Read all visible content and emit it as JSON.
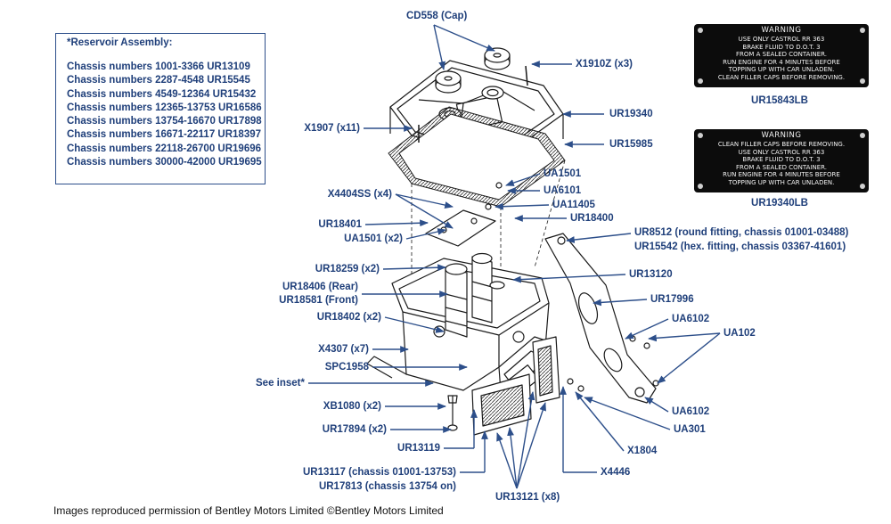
{
  "inset": {
    "title": "*Reservoir Assembly:",
    "rows": [
      "Chassis numbers 1001-3366 UR13109",
      "Chassis numbers 2287-4548 UR15545",
      "Chassis numbers 4549-12364 UR15432",
      "Chassis numbers 12365-13753 UR16586",
      "Chassis numbers 13754-16670 UR17898",
      "Chassis numbers 16671-22117 UR18397",
      "Chassis numbers 22118-26700 UR19696",
      "Chassis numbers 30000-42000 UR19695"
    ]
  },
  "plates": {
    "plate1": {
      "heading": "WARNING",
      "lines": [
        "USE ONLY CASTROL RR 363",
        "BRAKE FLUID TO D.O.T. 3",
        "FROM A SEALED CONTAINER.",
        "RUN ENGINE FOR 4 MINUTES BEFORE",
        "TOPPING UP WITH CAR UNLADEN.",
        "CLEAN FILLER CAPS BEFORE REMOVING."
      ],
      "part": "UR15843LB"
    },
    "plate2": {
      "heading": "WARNING",
      "lines": [
        "CLEAN FILLER CAPS BEFORE REMOVING.",
        "USE ONLY CASTROL RR 363",
        "BRAKE FLUID TO D.O.T. 3",
        "FROM A SEALED CONTAINER.",
        "RUN ENGINE FOR 4 MINUTES BEFORE",
        "TOPPING UP WITH CAR UNLADEN."
      ],
      "part": "UR19340LB"
    }
  },
  "labels": {
    "cd558": "CD558 (Cap)",
    "x1910z": "X1910Z (x3)",
    "ur19340": "UR19340",
    "x1907": "X1907 (x11)",
    "ur15985": "UR15985",
    "ua1501a": "UA1501",
    "ua6101": "UA6101",
    "x4404ss": "X4404SS (x4)",
    "ua11405": "UA11405",
    "ur18401": "UR18401",
    "ur18400": "UR18400",
    "ua1501b": "UA1501 (x2)",
    "ur8512": "UR8512 (round fitting, chassis 01001-03488)",
    "ur15542": "UR15542 (hex. fitting, chassis 03367-41601)",
    "ur18259": "UR18259 (x2)",
    "ur13120": "UR13120",
    "ur18406": "UR18406 (Rear)",
    "ur17996": "UR17996",
    "ur18581": "UR18581 (Front)",
    "ur18402": "UR18402 (x2)",
    "ua6102a": "UA6102",
    "ua102": "UA102",
    "x4307": "X4307 (x7)",
    "spc1958": "SPC1958",
    "see_inset": "See inset*",
    "ua6102b": "UA6102",
    "xb1080": "XB1080 (x2)",
    "ua301": "UA301",
    "ur17894": "UR17894 (x2)",
    "ur13119": "UR13119",
    "x1804": "X1804",
    "ur13117": "UR13117 (chassis 01001-13753)",
    "ur17813": "UR17813 (chassis 13754 on)",
    "x4446": "X4446",
    "ur13121": "UR13121 (x8)"
  },
  "footer": "Images reproduced permission of Bentley Motors Limited ©Bentley Motors Limited",
  "colors": {
    "label": "#1f3f7a",
    "arrow": "#2d4f8a",
    "plate": "#0c0c0c"
  }
}
